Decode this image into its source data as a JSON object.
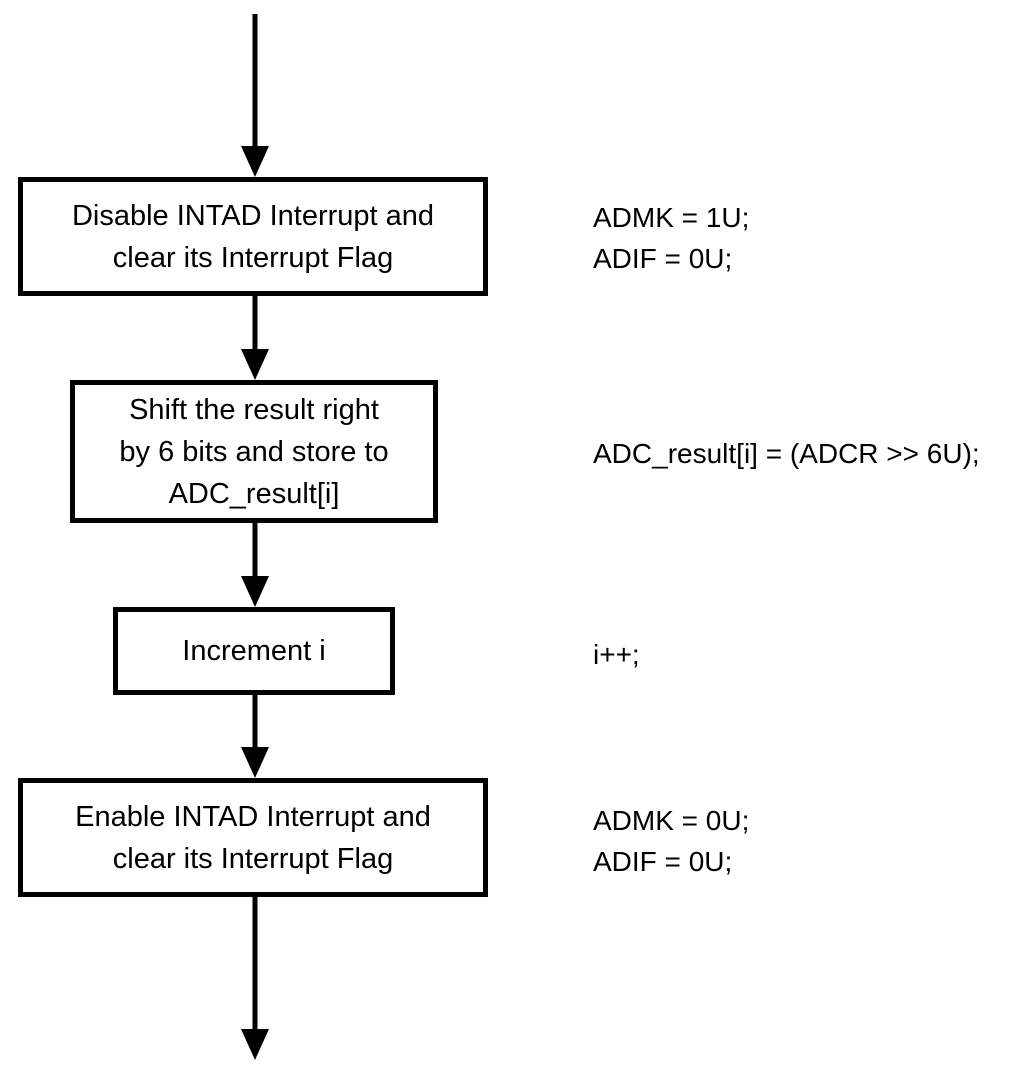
{
  "flowchart": {
    "colors": {
      "background": "#ffffff",
      "line": "#000000",
      "text": "#000000"
    },
    "boxes": [
      {
        "id": "disable-intad",
        "lines": [
          "Disable INTAD Interrupt and",
          "clear its Interrupt Flag"
        ]
      },
      {
        "id": "shift-result",
        "lines": [
          "Shift the result right",
          "by 6 bits and store to",
          "ADC_result[i]"
        ]
      },
      {
        "id": "increment-i",
        "lines": [
          "Increment i"
        ]
      },
      {
        "id": "enable-intad",
        "lines": [
          "Enable INTAD Interrupt and",
          "clear its Interrupt Flag"
        ]
      }
    ],
    "annotations": [
      {
        "lines": [
          "ADMK = 1U;",
          "ADIF = 0U;"
        ]
      },
      {
        "lines": [
          "ADC_result[i] = (ADCR >> 6U);"
        ]
      },
      {
        "lines": [
          "i++;"
        ]
      },
      {
        "lines": [
          "ADMK = 0U;",
          "ADIF = 0U;"
        ]
      }
    ]
  }
}
